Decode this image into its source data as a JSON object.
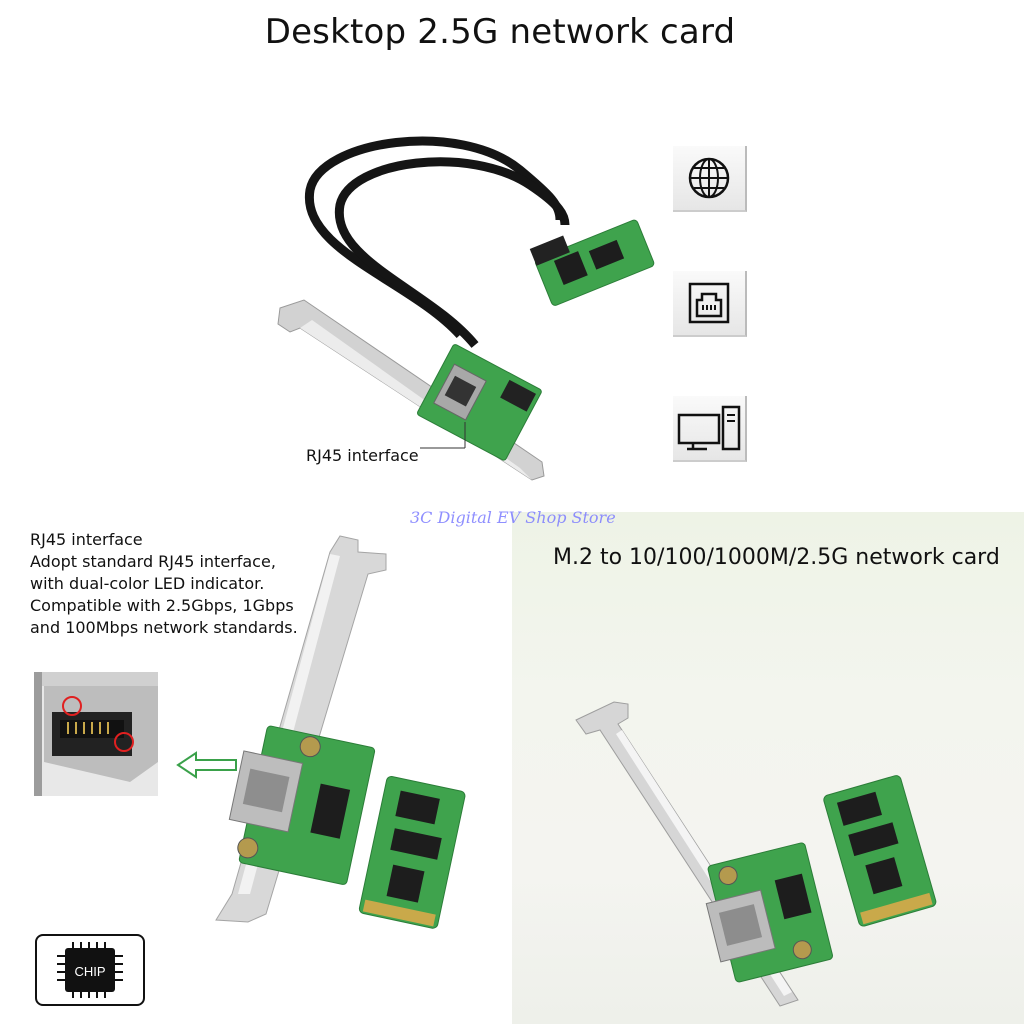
{
  "header": {
    "title": "Desktop 2.5G network card"
  },
  "top_product": {
    "callout_label": "RJ45 interface"
  },
  "feature_icons": [
    {
      "icon": "globe-icon"
    },
    {
      "icon": "ethernet-port-icon"
    },
    {
      "icon": "desktop-computer-icon"
    }
  ],
  "watermark": {
    "text": "3C Digital EV Shop Store"
  },
  "rj45_description": {
    "heading": "RJ45 interface",
    "lines": [
      "Adopt standard RJ45 interface,",
      "with dual-color LED indicator.",
      "Compatible with 2.5Gbps, 1Gbps",
      "and 100Mbps network standards."
    ]
  },
  "chip_badge": {
    "label": "CHIP",
    "icon": "chip-icon"
  },
  "right_panel": {
    "title": "M.2 to 10/100/1000M/2.5G network card"
  },
  "colors": {
    "pcb_green": "#3fa34d",
    "bracket_silver": "#c8c8c8",
    "cable_black": "#151515",
    "arrow_green": "#3aa14a"
  }
}
